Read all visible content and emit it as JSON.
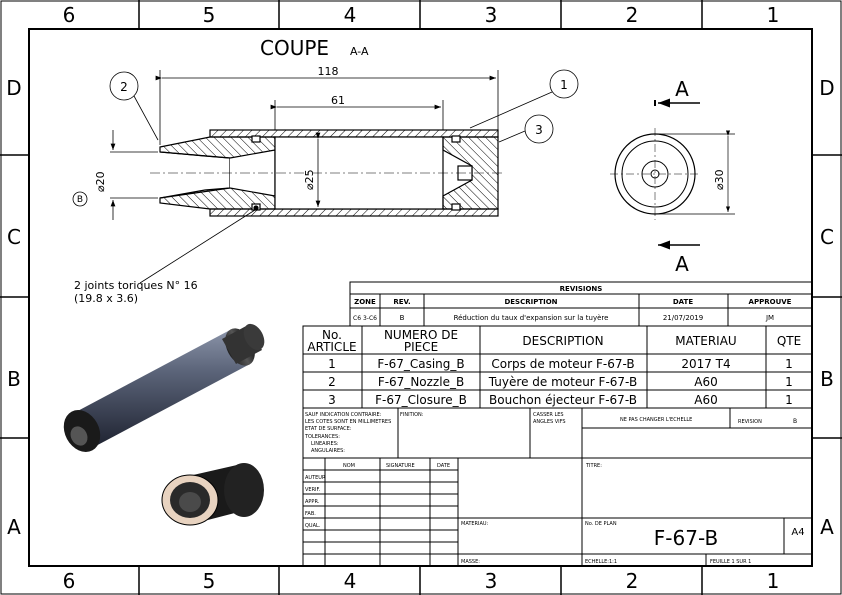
{
  "border": {
    "columns": [
      "6",
      "5",
      "4",
      "3",
      "2",
      "1"
    ],
    "rows": [
      "D",
      "C",
      "B",
      "A"
    ]
  },
  "section": {
    "title": "COUPE",
    "suffix": "A-A"
  },
  "dims": {
    "overall_length": "118",
    "casing_length": "61",
    "nozzle_dia": "⌀20",
    "casing_dia": "⌀25",
    "end_dia": "⌀30"
  },
  "balloons": [
    "1",
    "2",
    "3"
  ],
  "datum": "B",
  "section_marks": [
    "A",
    "A"
  ],
  "note": {
    "line1": "2 joints toriques N° 16",
    "line2": "(19.8 x 3.6)"
  },
  "revisions": {
    "title": "REVISIONS",
    "headers": {
      "zone": "ZONE",
      "rev": "REV.",
      "desc": "DESCRIPTION",
      "date": "DATE",
      "approved": "APPROUVE"
    },
    "row": {
      "zone": "C6 3-C6",
      "rev": "B",
      "desc": "Réduction du taux d'expansion sur la tuyère",
      "date": "21/07/2019",
      "approved": "JM"
    }
  },
  "bom": {
    "headers": {
      "no": "No. ARTICLE",
      "part": "NUMERO DE PIECE",
      "desc": "DESCRIPTION",
      "mat": "MATERIAU",
      "qty": "QTE"
    },
    "rows": [
      {
        "no": "1",
        "part": "F-67_Casing_B",
        "desc": "Corps de moteur F-67-B",
        "mat": "2017 T4",
        "qty": "1"
      },
      {
        "no": "2",
        "part": "F-67_Nozzle_B",
        "desc": "Tuyère de moteur F-67-B",
        "mat": "A60",
        "qty": "1"
      },
      {
        "no": "3",
        "part": "F-67_Closure_B",
        "desc": "Bouchon éjecteur F-67-B",
        "mat": "A60",
        "qty": "1"
      }
    ]
  },
  "titleblock": {
    "general": [
      "SAUF INDICATION CONTRAIRE:",
      "LES COTES SONT EN MILLIMETRES",
      "ETAT DE SURFACE:",
      "TOLERANCES:",
      "LINEAIRES:",
      "ANGULAIRES:"
    ],
    "finition": "FINITION:",
    "casser": [
      "CASSER LES",
      "ANGLES VIFS"
    ],
    "no_scale": "NE PAS CHANGER L'ECHELLE",
    "revision_label": "REVISION",
    "revision_value": "B",
    "col_nom": "NOM",
    "col_sig": "SIGNATURE",
    "col_date": "DATE",
    "roles": [
      "AUTEUR",
      "VERIF.",
      "APPR.",
      "FAB.",
      "QUAL."
    ],
    "titre": "TITRE:",
    "materiau": "MATERIAU:",
    "plan_label": "No. DE PLAN",
    "plan_number": "F-67-B",
    "format": "A4",
    "masse": "MASSE:",
    "echelle": "ECHELLE:1:1",
    "feuille": "FEUILLE 1 SUR 1"
  }
}
